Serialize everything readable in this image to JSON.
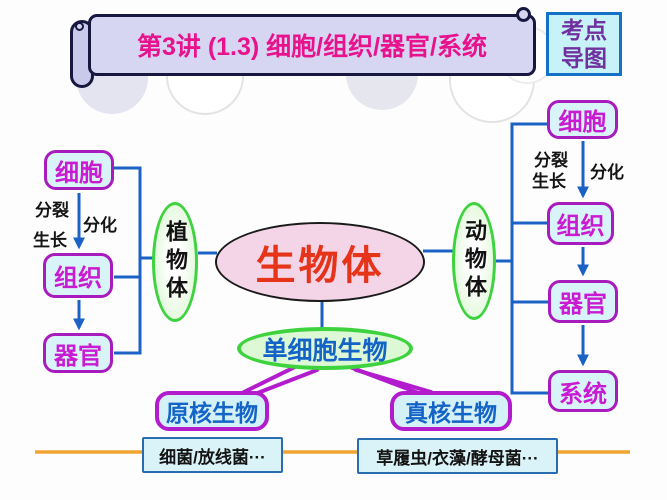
{
  "banner": {
    "title": "第3讲 (1.3) 细胞/组织/器官/系统"
  },
  "badge": {
    "line1": "考点",
    "line2": "导图"
  },
  "center_node": {
    "label": "生物体"
  },
  "plant_node": {
    "label": "植物体"
  },
  "animal_node": {
    "label": "动物体"
  },
  "unicellular_node": {
    "label": "单细胞生物"
  },
  "left_chain": {
    "cell": "细胞",
    "tissue": "组织",
    "organ": "器官",
    "division": "分裂",
    "growth": "生长",
    "differentiation": "分化"
  },
  "right_chain": {
    "cell": "细胞",
    "tissue": "组织",
    "organ": "器官",
    "system": "系统",
    "division": "分裂",
    "growth": "生长",
    "differentiation": "分化"
  },
  "classification": {
    "prokaryote": "原核生物",
    "eukaryote": "真核生物",
    "prokaryote_examples": "细菌/放线菌···",
    "eukaryote_examples": "草履虫/衣藻/酵母菌···"
  },
  "colors": {
    "banner_fill": "#d6d6f2",
    "banner_text": "#e8128c",
    "badge_fill": "#c6f2f8",
    "badge_border": "#1570c8",
    "badge_text": "#7030a0",
    "chain_box_fill": "#d9f4f8",
    "chain_box_border": "#a81bbc",
    "chain_box_text": "#c81bd2",
    "connector_blue": "#1b62c4",
    "green_border": "#3ed23e",
    "center_fill": "#f4d5e7",
    "center_text": "#e5341a",
    "blue_text": "#1464c8",
    "magenta_connector": "#b21ccd",
    "orange_line": "#f0a432"
  }
}
